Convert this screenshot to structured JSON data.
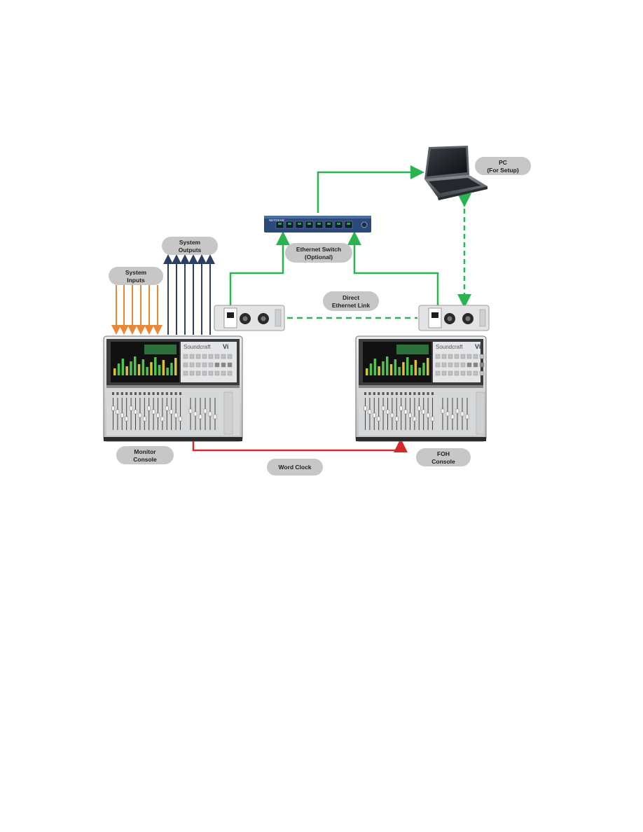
{
  "labels": {
    "system_inputs": [
      "System",
      "Inputs"
    ],
    "system_outputs": [
      "System",
      "Outputs"
    ],
    "ethernet_switch": [
      "Ethernet Switch",
      "(Optional)"
    ],
    "direct_link": [
      "Direct",
      "Ethernet Link"
    ],
    "pc": [
      "PC",
      "(For Setup)"
    ],
    "monitor_console": [
      "Monitor",
      "Console"
    ],
    "foh_console": [
      "FOH",
      "Console"
    ],
    "word_clock": "Word Clock"
  },
  "device_text": {
    "brand": "Soundcraft",
    "model": "Vi",
    "switch_brand": "NETGEAR"
  },
  "colors": {
    "inputs_arrows": "#e8893a",
    "outputs_arrows": "#2b3f63",
    "ethernet": "#2bb34f",
    "ethernet_dashed": "#2bb34f",
    "word_clock": "#d42a2a",
    "pill_fill": "#c7c7c7",
    "console_body": "#d9dadb",
    "console_dark": "#2a2a2a",
    "switch_body": "#2c4a79"
  }
}
